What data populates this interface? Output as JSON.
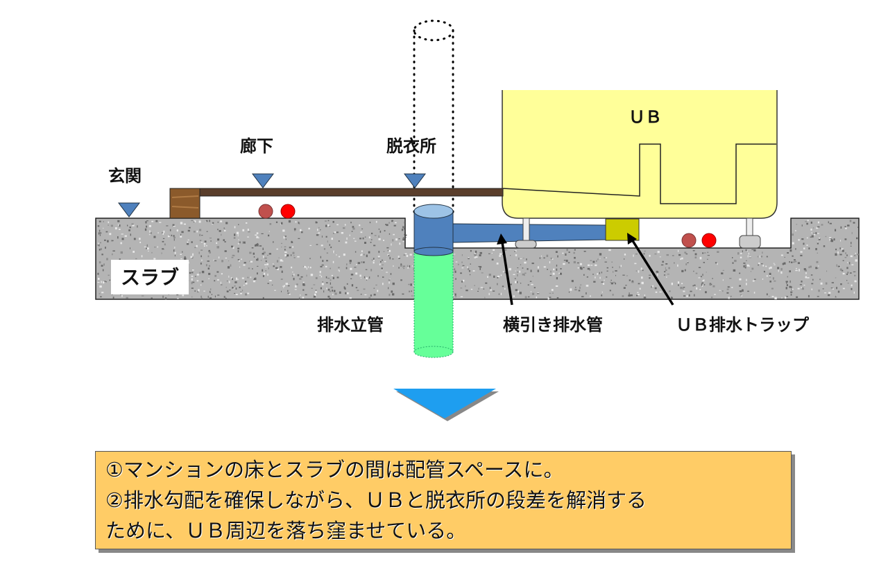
{
  "labels": {
    "genkan": "玄関",
    "rouka": "廊下",
    "datsuijo": "脱衣所",
    "ub": "ＵＢ",
    "slab": "スラブ",
    "stack_pipe": "排水立管",
    "horizontal_pipe": "横引き排水管",
    "ub_trap": "ＵＢ排水トラップ"
  },
  "note": {
    "lines": [
      "①マンションの床とスラブの間は配管スペースに。",
      "②排水勾配を確保しながら、ＵＢと脱衣所の段差を解消する",
      "ために、ＵＢ周辺を落ち窪ませている。"
    ]
  },
  "colors": {
    "level_marker": "#4f81bd",
    "pipe_blue": "#4f81bd",
    "stack_green": "#66ff99",
    "ub_fill": "#ffff99",
    "trap": "#cccc00",
    "note_bg": "#ffcc66",
    "arrow": "#1e9ef0"
  }
}
